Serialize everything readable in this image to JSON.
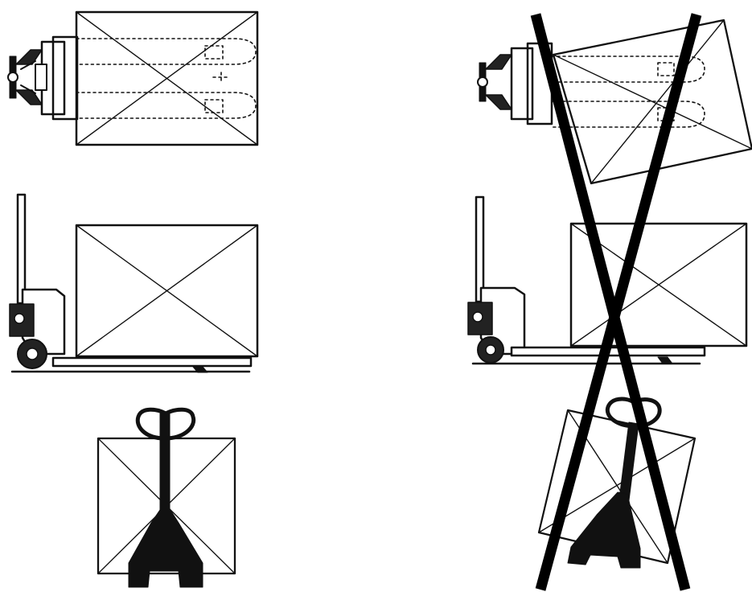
{
  "figure": {
    "panels": [
      {
        "id": "correct",
        "status": "correct",
        "views": [
          "top",
          "side",
          "front"
        ]
      },
      {
        "id": "incorrect",
        "status": "incorrect",
        "views": [
          "top",
          "side",
          "front"
        ],
        "marked_with": "large-x-cross"
      }
    ]
  }
}
